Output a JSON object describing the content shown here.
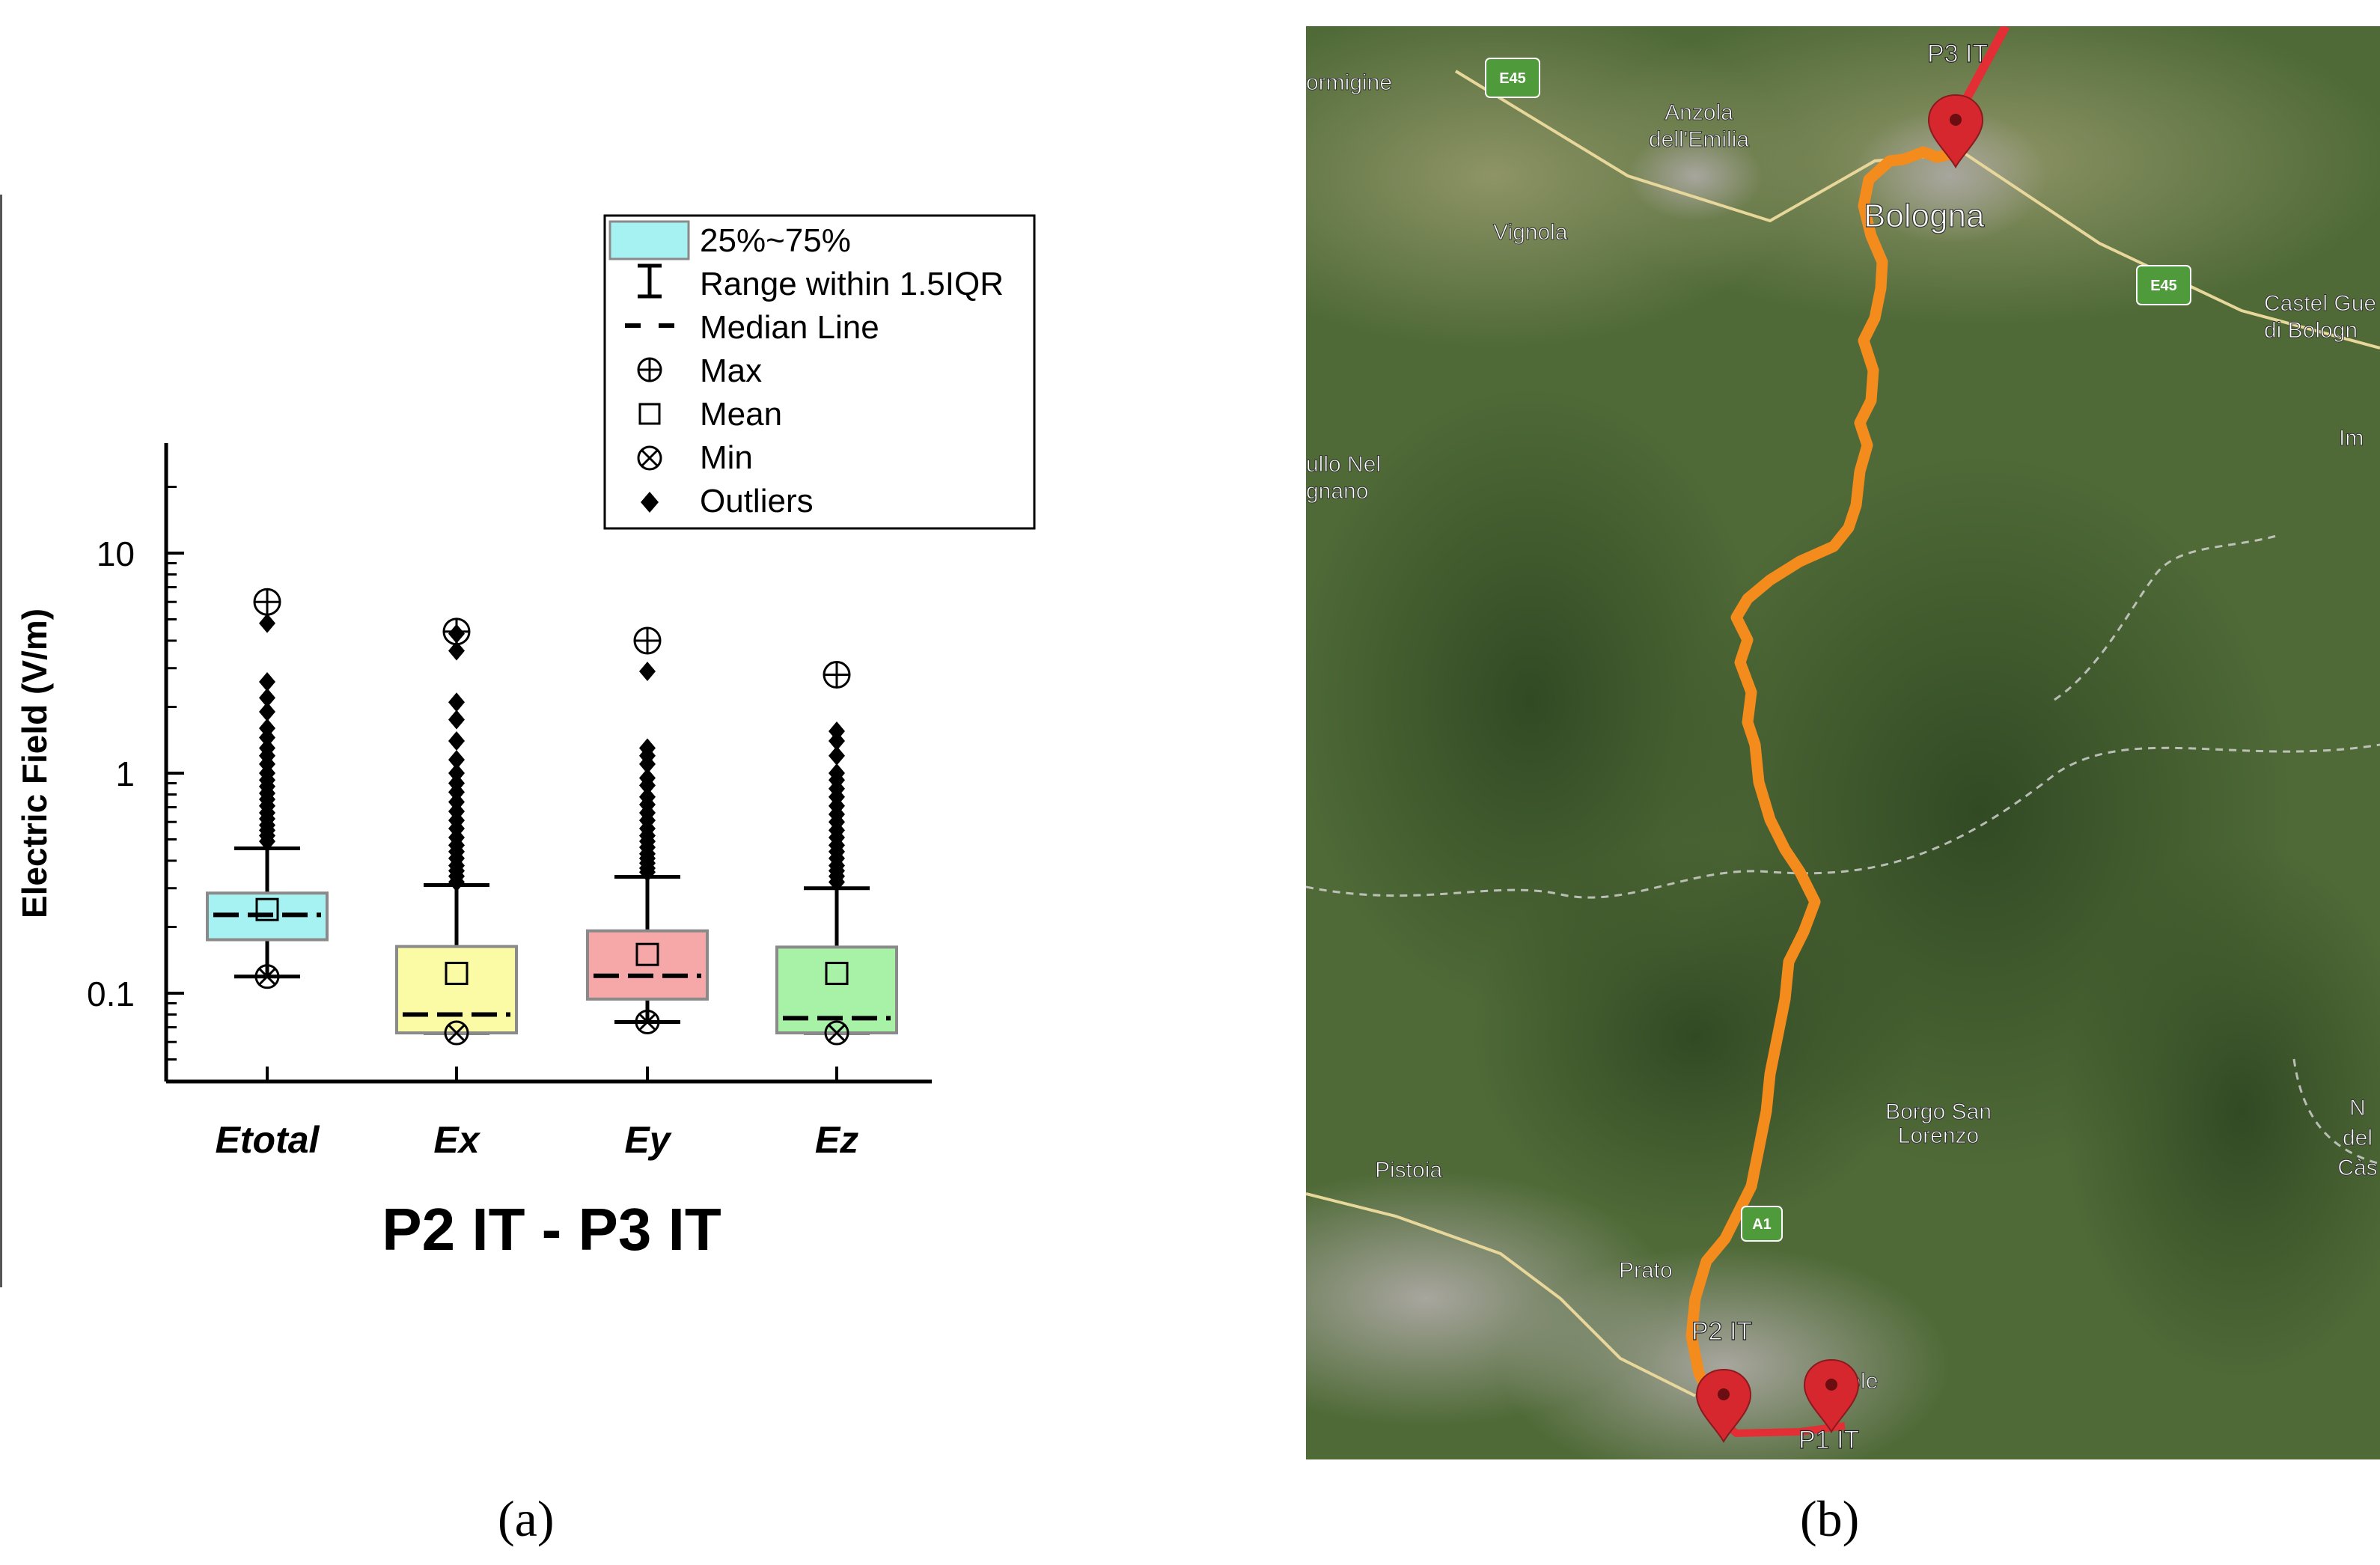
{
  "captions": {
    "a": "(a)",
    "b": "(b)"
  },
  "chart_data": {
    "type": "box",
    "title": "P2 IT - P3 IT",
    "ylabel": "Electric Field (V/m)",
    "xlabel": "",
    "yscale": "log",
    "ylim": [
      0.0327,
      28.3
    ],
    "y_ticks": [
      0.1,
      1,
      10
    ],
    "y_tick_labels": [
      "0.1",
      "1",
      "10"
    ],
    "categories": [
      "Etotal",
      "Ex",
      "Ey",
      "Ez"
    ],
    "legend": {
      "placement": "top-right",
      "items": [
        {
          "symbol": "box",
          "label": "25%~75%"
        },
        {
          "symbol": "whisker",
          "label": "Range within 1.5IQR"
        },
        {
          "symbol": "median",
          "label": "Median Line"
        },
        {
          "symbol": "max",
          "label": "Max"
        },
        {
          "symbol": "mean",
          "label": "Mean"
        },
        {
          "symbol": "min",
          "label": "Min"
        },
        {
          "symbol": "outlier",
          "label": "Outliers"
        }
      ]
    },
    "series": [
      {
        "category": "Etotal",
        "color": "#a6f2f3",
        "q1": 0.175,
        "median": 0.227,
        "q3": 0.285,
        "mean": 0.24,
        "whisker_low": 0.119,
        "whisker_high": 0.455,
        "min": 0.119,
        "max": 6.0,
        "outliers": [
          4.8,
          2.6,
          2.2,
          1.9,
          1.6,
          1.45,
          1.3,
          1.2,
          1.1,
          1.0,
          0.93,
          0.87,
          0.81,
          0.76,
          0.71,
          0.66,
          0.62,
          0.58,
          0.55,
          0.52,
          0.49
        ]
      },
      {
        "category": "Ex",
        "color": "#fbfba6",
        "q1": 0.066,
        "median": 0.08,
        "q3": 0.163,
        "mean": 0.123,
        "whisker_low": 0.066,
        "whisker_high": 0.31,
        "min": 0.066,
        "max": 4.4,
        "outliers": [
          4.3,
          3.6,
          2.1,
          1.75,
          1.4,
          1.15,
          1.0,
          0.9,
          0.82,
          0.74,
          0.67,
          0.61,
          0.56,
          0.51,
          0.47,
          0.44,
          0.41,
          0.38,
          0.36,
          0.34,
          0.32
        ]
      },
      {
        "category": "Ey",
        "color": "#f6a7a7",
        "q1": 0.094,
        "median": 0.12,
        "q3": 0.192,
        "mean": 0.15,
        "whisker_low": 0.074,
        "whisker_high": 0.338,
        "min": 0.074,
        "max": 4.0,
        "outliers": [
          2.9,
          1.3,
          1.2,
          1.1,
          0.95,
          0.88,
          0.78,
          0.72,
          0.66,
          0.61,
          0.56,
          0.52,
          0.49,
          0.46,
          0.43,
          0.41,
          0.39,
          0.37,
          0.355
        ]
      },
      {
        "category": "Ez",
        "color": "#a7f2a7",
        "q1": 0.066,
        "median": 0.077,
        "q3": 0.162,
        "mean": 0.123,
        "whisker_low": 0.066,
        "whisker_high": 0.3,
        "min": 0.066,
        "max": 2.8,
        "outliers": [
          1.55,
          1.4,
          1.2,
          1.0,
          0.93,
          0.85,
          0.78,
          0.71,
          0.65,
          0.6,
          0.55,
          0.51,
          0.47,
          0.44,
          0.41,
          0.38,
          0.36,
          0.34,
          0.32
        ]
      }
    ]
  },
  "map": {
    "route_color": "#f38b1d",
    "highway_color": "#e22e34",
    "marker_color": "#d6272f",
    "labels": {
      "formigine": "ormigine",
      "anzola": "Anzola dell'Emilia",
      "bologna": "Bologna",
      "vignola": "Vignola",
      "castel": "Castel Gue di Bologn",
      "im": "Im",
      "ullo": "ullo Nel gnano",
      "borgo": "Borgo San Lorenzo",
      "pistoia": "Pistoia",
      "prato": "Prato",
      "fiesole": "iesole",
      "nde": "N del Càs"
    },
    "points": {
      "p1": "P1 IT",
      "p2": "P2 IT",
      "p3": "P3 IT"
    },
    "road_badges": {
      "e45a": "E45",
      "e45b": "E45",
      "a1": "A1"
    }
  }
}
